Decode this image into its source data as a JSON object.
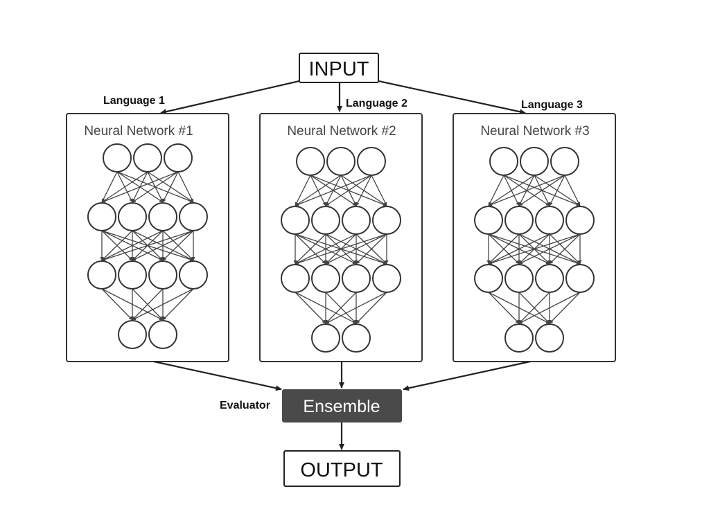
{
  "diagram": {
    "input_label": "INPUT",
    "output_label": "OUTPUT",
    "ensemble_label": "Ensemble",
    "evaluator_label": "Evaluator",
    "networks": [
      {
        "title": "Neural Network #1",
        "language": "Language 1",
        "layers": [
          3,
          4,
          4,
          2
        ]
      },
      {
        "title": "Neural Network #2",
        "language": "Language 2",
        "layers": [
          3,
          4,
          4,
          2
        ]
      },
      {
        "title": "Neural Network #3",
        "language": "Language 3",
        "layers": [
          3,
          4,
          4,
          2
        ]
      }
    ]
  },
  "colors": {
    "ensemble_fill": "#4a4a4a",
    "ensemble_text": "#ffffff",
    "outline": "#333333"
  }
}
